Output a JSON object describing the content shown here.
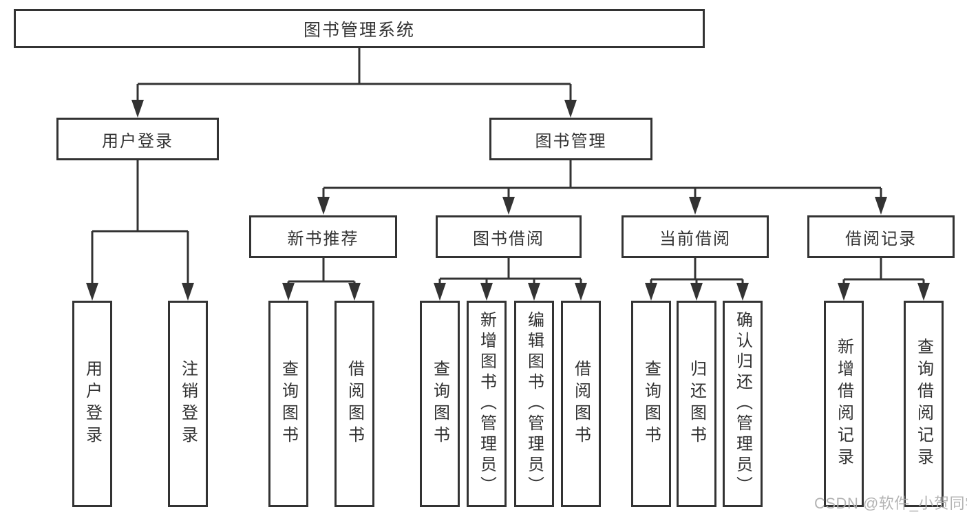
{
  "tree": {
    "root": {
      "label": "图书管理系统"
    },
    "branches": [
      {
        "label": "用户登录",
        "leaves": [
          {
            "label": "用户登录"
          },
          {
            "label": "注销登录"
          }
        ]
      },
      {
        "label": "图书管理",
        "groups": [
          {
            "label": "新书推荐",
            "leaves": [
              {
                "label": "查询图书"
              },
              {
                "label": "借阅图书"
              }
            ]
          },
          {
            "label": "图书借阅",
            "leaves": [
              {
                "label": "查询图书"
              },
              {
                "label": "新增图书（管理员）"
              },
              {
                "label": "编辑图书（管理员）"
              },
              {
                "label": "借阅图书"
              }
            ]
          },
          {
            "label": "当前借阅",
            "leaves": [
              {
                "label": "查询图书"
              },
              {
                "label": "归还图书"
              },
              {
                "label": "确认归还（管理员）"
              }
            ]
          },
          {
            "label": "借阅记录",
            "leaves": [
              {
                "label": "新增借阅记录"
              },
              {
                "label": "查询借阅记录"
              }
            ]
          }
        ]
      }
    ]
  },
  "watermark": {
    "text": "CSDN @软件_小贺同学"
  },
  "colors": {
    "line": "#333333",
    "text": "#333333",
    "background": "#ffffff",
    "watermark": "#aeaeae"
  }
}
